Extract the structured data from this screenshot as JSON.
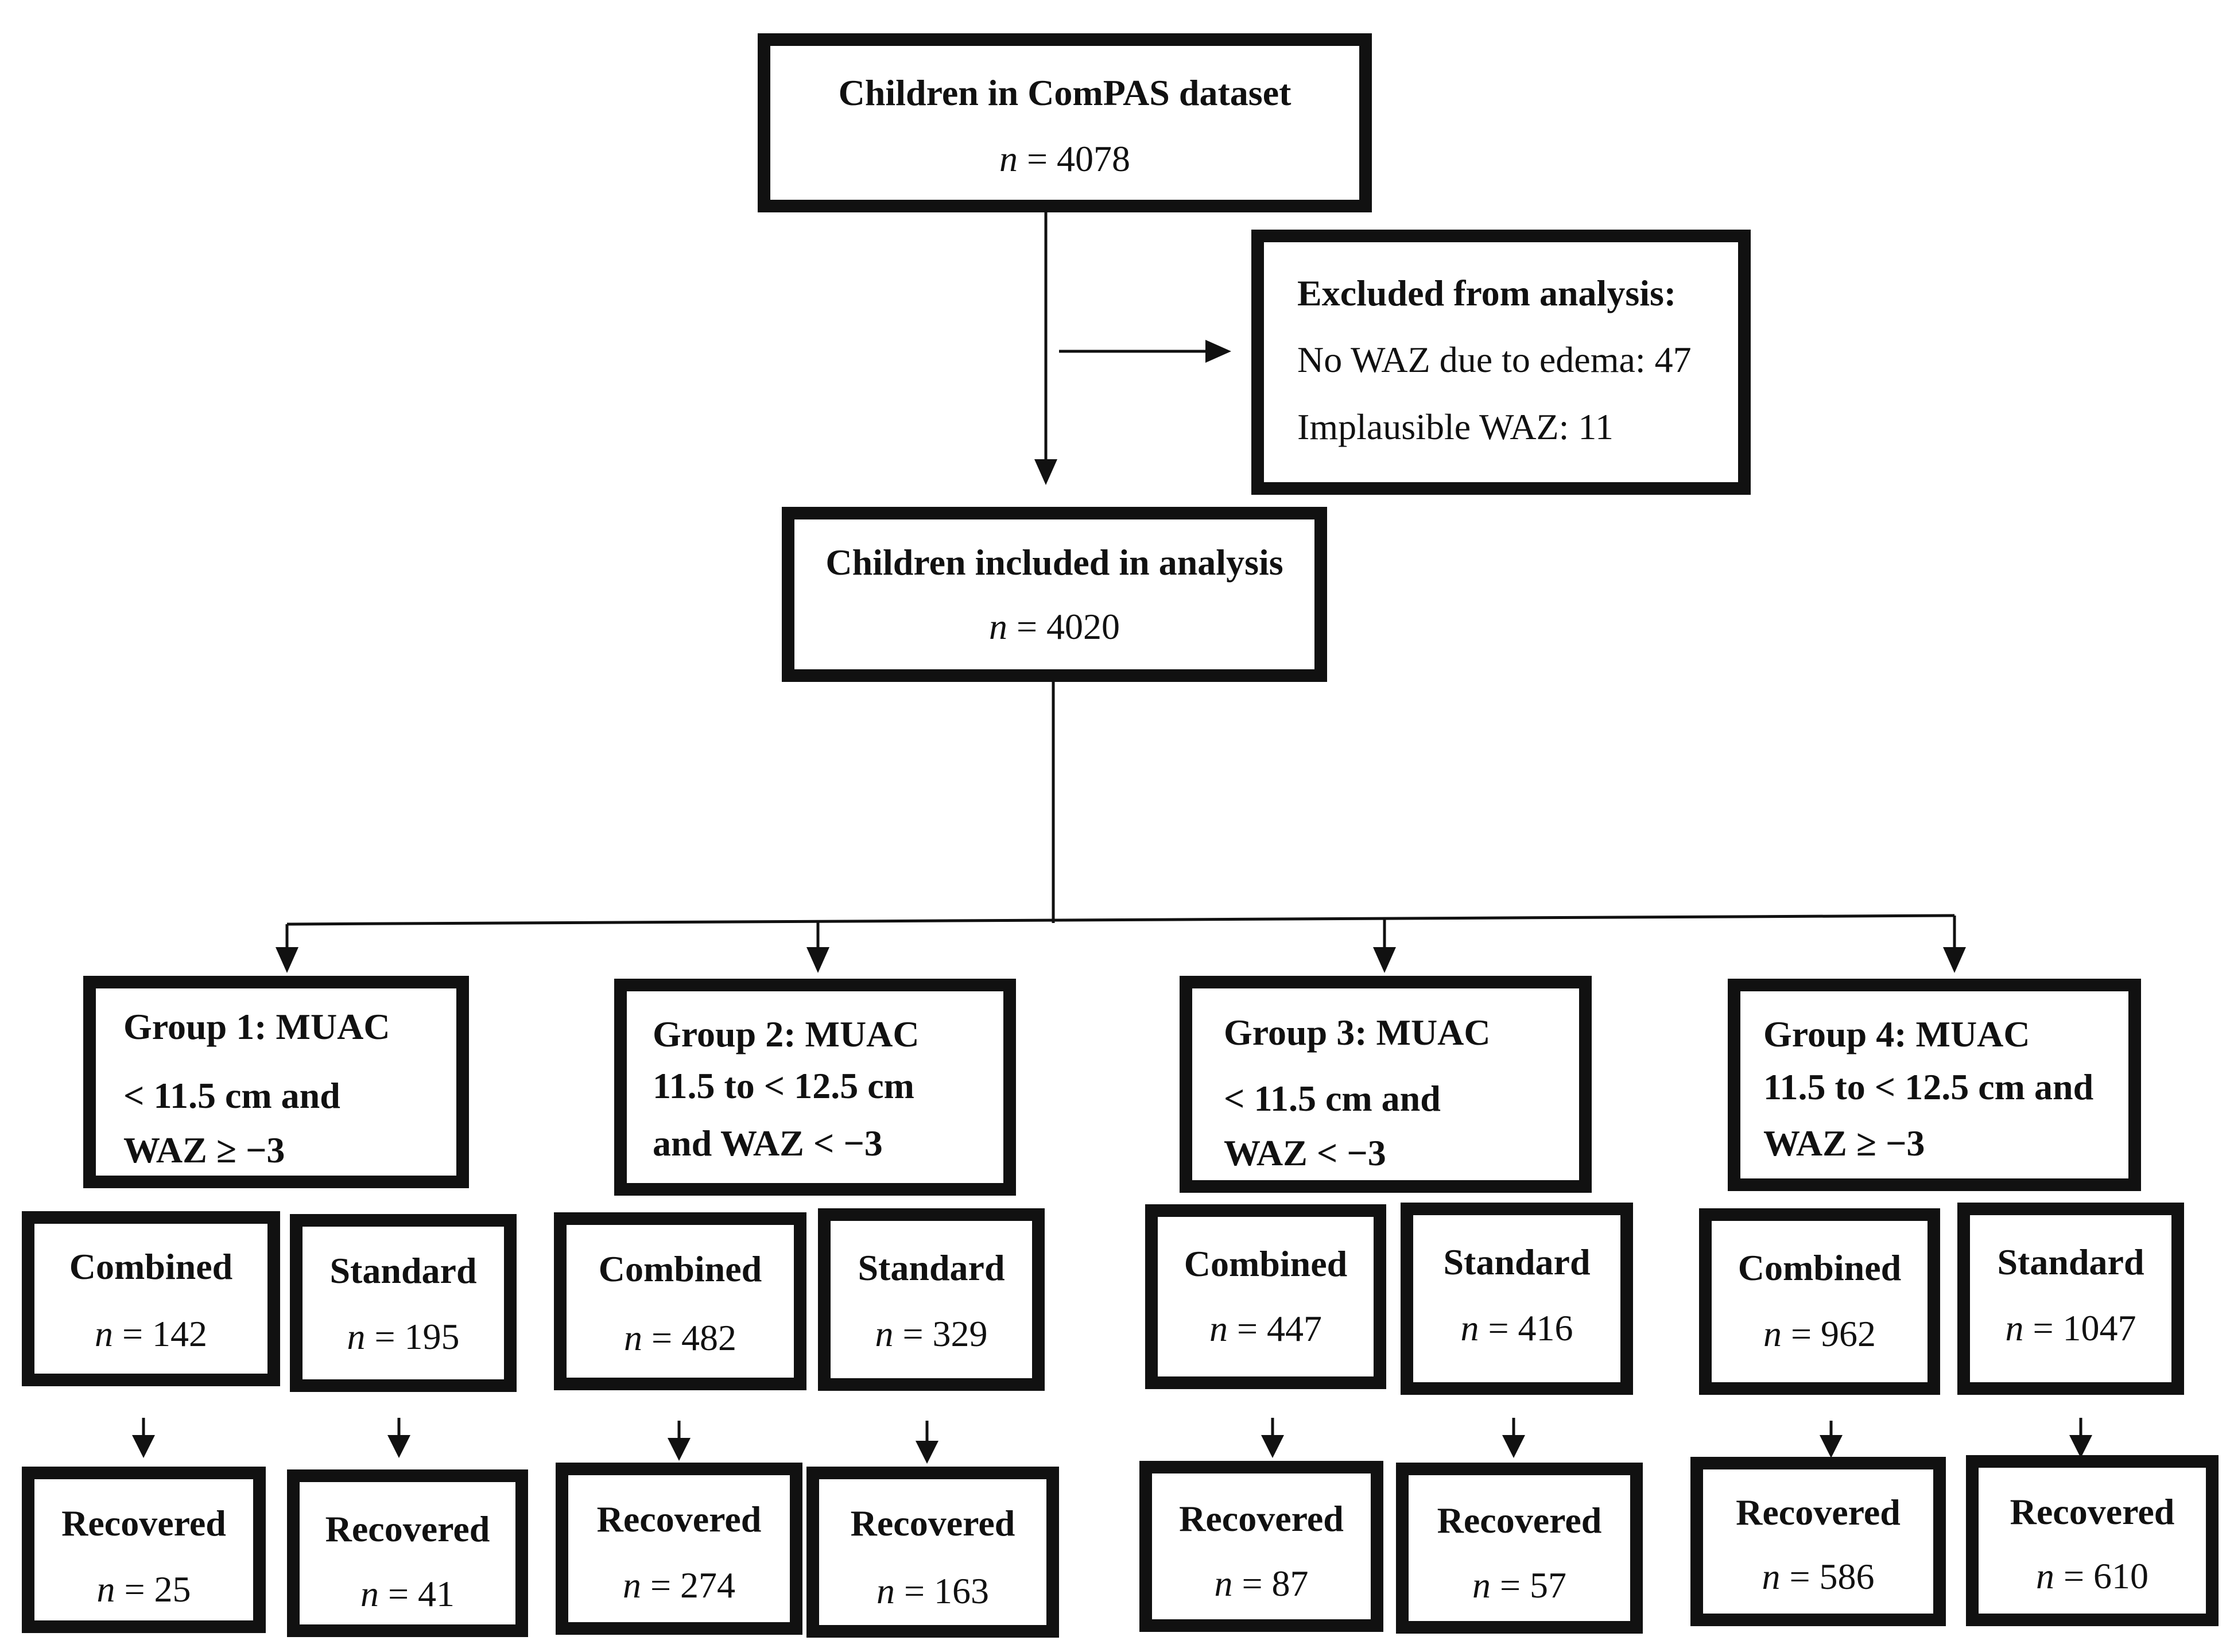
{
  "top": {
    "title": "Children in ComPAS dataset",
    "n": "4078"
  },
  "excluded": {
    "title": "Excluded from analysis:",
    "line1": "No WAZ due to edema: 47",
    "line2": "Implausible WAZ: 11"
  },
  "included": {
    "title": "Children included in analysis",
    "n": "4020"
  },
  "n_prefix": "n",
  "eq": " = ",
  "groups": [
    {
      "lines": [
        "Group 1: MUAC",
        "< 11.5 cm and",
        "WAZ ≥ −3"
      ],
      "combined": {
        "label": "Combined",
        "n": "142"
      },
      "standard": {
        "label": "Standard",
        "n": "195"
      },
      "recovered_combined": {
        "label": "Recovered",
        "n": "25"
      },
      "recovered_standard": {
        "label": "Recovered",
        "n": "41"
      }
    },
    {
      "lines": [
        "Group 2: MUAC",
        "11.5 to < 12.5 cm",
        "and WAZ < −3"
      ],
      "combined": {
        "label": "Combined",
        "n": "482"
      },
      "standard": {
        "label": "Standard",
        "n": "329"
      },
      "recovered_combined": {
        "label": "Recovered",
        "n": "274"
      },
      "recovered_standard": {
        "label": "Recovered",
        "n": "163"
      }
    },
    {
      "lines": [
        "Group 3: MUAC",
        "< 11.5 cm and",
        "WAZ < −3"
      ],
      "combined": {
        "label": "Combined",
        "n": "447"
      },
      "standard": {
        "label": "Standard",
        "n": "416"
      },
      "recovered_combined": {
        "label": "Recovered",
        "n": "87"
      },
      "recovered_standard": {
        "label": "Recovered",
        "n": "57"
      }
    },
    {
      "lines": [
        "Group 4: MUAC",
        "11.5 to < 12.5 cm and",
        "WAZ ≥ −3"
      ],
      "combined": {
        "label": "Combined",
        "n": "962"
      },
      "standard": {
        "label": "Standard",
        "n": "1047"
      },
      "recovered_combined": {
        "label": "Recovered",
        "n": "586"
      },
      "recovered_standard": {
        "label": "Recovered",
        "n": "610"
      }
    }
  ]
}
